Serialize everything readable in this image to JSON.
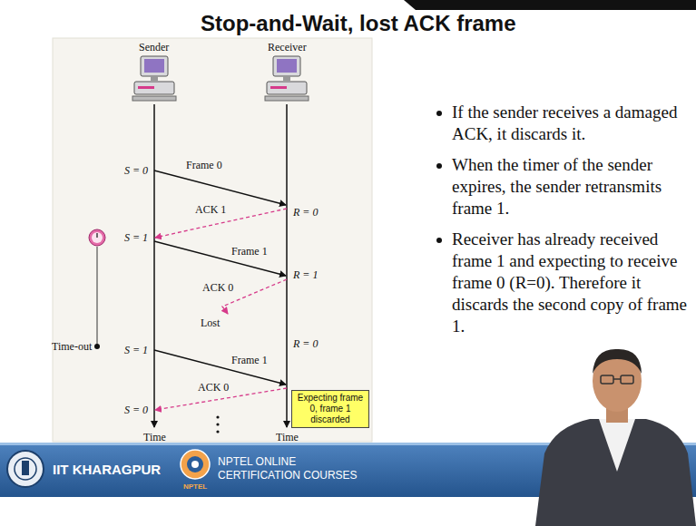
{
  "diagram": {
    "title": "Stop-and-Wait, lost ACK frame",
    "nodes": [
      {
        "text": [
          "Expecting frame 0, frame 1 discarded"
        ]
      }
    ],
    "labels": [
      "Sender",
      "Receiver",
      "S = 0",
      "Frame 0",
      "R = 0",
      "ACK 1",
      "S = 1",
      "Frame 1",
      "R = 1",
      "ACK 0",
      "Lost",
      "Time-out",
      "S = 1",
      "Frame 1",
      "R = 0",
      "ACK 0",
      "S = 0",
      "Time",
      "Time",
      "If the sender receives a damaged ACK, it discards it.",
      "When the timer of the sender expires, the sender retransmits frame 1.",
      "Receiver has already received frame 1 and expecting to receive frame 0 (R=0). Therefore it discards the second copy of frame 1.",
      "IIT KHARAGPUR",
      "NPTEL ONLINE CERTIFICATION COURSES",
      "NPTEL"
    ]
  }
}
